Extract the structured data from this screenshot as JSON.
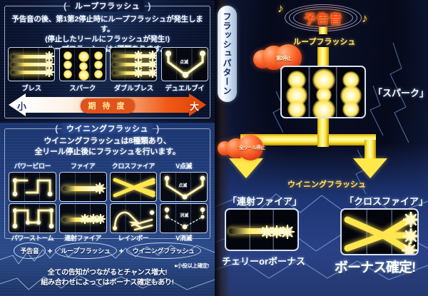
{
  "left": {
    "loop_panel": {
      "title": "ループフラッシュ",
      "desc_line1": "予告音の後、第1第2停止時にループフラッシュが発生します。",
      "desc_line2": "(停止したリールにフラッシュが発生!)",
      "desc_line3": "ループフラッシュは4種類あります。",
      "patterns": [
        {
          "label": "ブレス",
          "icon": "breath-flash-icon"
        },
        {
          "label": "スパーク",
          "icon": "spark-flash-icon"
        },
        {
          "label": "ダブルブレス",
          "icon": "double-breath-flash-icon"
        },
        {
          "label": "デュエルブイ",
          "icon": "duel-v-flash-icon",
          "tag": "点滅"
        }
      ],
      "expectation": {
        "low_label": "小",
        "high_label": "大",
        "pill_label": "期 待 度",
        "low_color": "#ffffff",
        "high_color": "#e34b0c"
      }
    },
    "winning_panel": {
      "title": "ウイニングフラッシュ",
      "desc_line1": "ウイニングフラッシュは8種類あり、",
      "desc_line2": "全リール停止後にフラッシュを行います。",
      "patterns": [
        {
          "label": "パワービロー",
          "icon": "power-billow-icon"
        },
        {
          "label": "ファイア",
          "icon": "fire-icon"
        },
        {
          "label": "クロスファイア",
          "icon": "cross-fire-icon"
        },
        {
          "label": "V点滅",
          "icon": "v-blink-icon",
          "tag": "点滅"
        },
        {
          "label": "パワーストーム",
          "icon": "power-storm-icon"
        },
        {
          "label": "連射ファイア",
          "icon": "rapid-fire-icon"
        },
        {
          "label": "レインボー",
          "icon": "rainbow-icon"
        },
        {
          "label": "V消滅",
          "icon": "v-vanish-icon",
          "tag": "消滅"
        }
      ]
    },
    "flow": {
      "steps": [
        "予告音",
        "ループフラッシュ",
        "ウイニングフラッシュ"
      ],
      "plus": "+",
      "note_line1": "全ての告知がつながるとチャンス増大!",
      "note_line2": "組み合わせによってはボーナス確定もあり!",
      "small_note": "●小役以上確定!"
    }
  },
  "right": {
    "vertical_tab": "フラッシュパターン",
    "badge": "予告音",
    "note_left": "♪",
    "note_right": "♪",
    "loop_flash_label": "ループフラッシュ",
    "winning_flash_label": "ウイニングフラッシュ",
    "ball_stop2": "第2停止",
    "ball_all_stop": "全リール停止",
    "spark_quote": "「スパーク」",
    "branch_left_quote": "「連射ファイア」",
    "branch_right_quote": "「クロスファイア」",
    "result_left": "チェリーorボーナス",
    "result_right": "ボーナス確定!",
    "accent_yellow": "#ffe94a",
    "accent_red": "#ff3c10"
  }
}
